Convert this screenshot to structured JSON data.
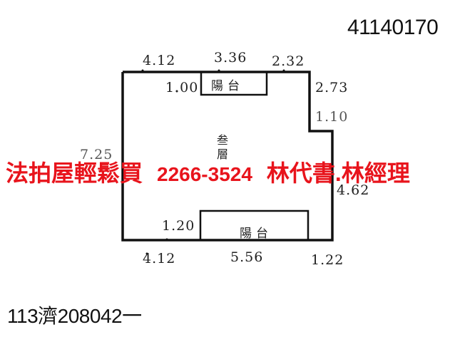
{
  "header": {
    "document_number": "41140170"
  },
  "floor_plan": {
    "top_dimensions": [
      "4.12",
      "3.36",
      "2.32"
    ],
    "right_dimensions": [
      "2.73",
      "1.10",
      "4.62"
    ],
    "left_dimension": "7.25",
    "bottom_dimensions": [
      "4.12",
      "5.56",
      "1.22"
    ],
    "top_balcony": {
      "label": "陽台",
      "depth": "1.00"
    },
    "bottom_balcony": {
      "label": "陽台",
      "depth": "1.20"
    },
    "room_label": "叁層",
    "line_color": "#111111"
  },
  "advertisement": {
    "text_left": "法拍屋輕鬆買",
    "phone": "2266-3524",
    "contact": "林代書.林經理",
    "color": "#e8141c"
  },
  "footer": {
    "case_number": "113濟208042一"
  }
}
